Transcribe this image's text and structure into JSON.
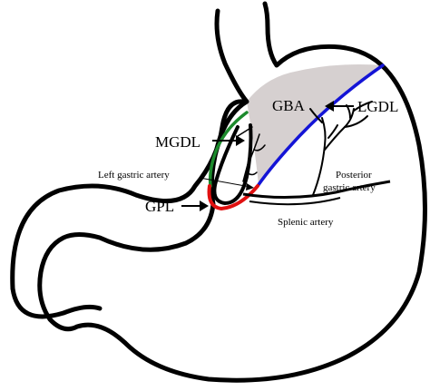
{
  "labels": {
    "gba": "GBA",
    "lgdl": "LGDL",
    "mgdl": "MGDL",
    "gpl": "GPL",
    "left_gastric_artery": "Left gastric artery",
    "posterior_line1": "Posterior",
    "posterior_line2": "gastric artery",
    "splenic_artery": "Splenic artery"
  },
  "colors": {
    "outline": "#000000",
    "gba_fill": "#d6d0d0",
    "lgdl_line": "#1414d6",
    "mgdl_line": "#1c8a2c",
    "gpl_line": "#e01010"
  }
}
